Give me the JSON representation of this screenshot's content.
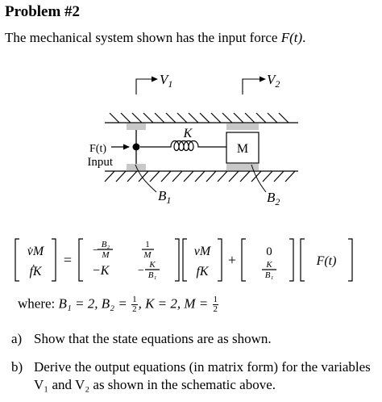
{
  "title": "Problem #2",
  "intro": {
    "text_prefix": "The mechanical system shown has the input force ",
    "force_symbol": "F(t)",
    "text_suffix": "."
  },
  "schematic": {
    "v1_label": "V",
    "v1_sub": "1",
    "v2_label": "V",
    "v2_sub": "2",
    "spring_label": "K",
    "mass_label": "M",
    "force_label": "F(t)",
    "input_label": "Input",
    "b1_label": "B",
    "b1_sub": "1",
    "b2_label": "B",
    "b2_sub": "2"
  },
  "state_equation": {
    "state_vector": [
      "v̇M",
      "ḟK"
    ],
    "a_matrix": {
      "row1": [
        "−B2/M",
        "1/M"
      ],
      "row2": [
        "−K",
        "−K/B1"
      ]
    },
    "x_vector": [
      "vM",
      "fK"
    ],
    "b_vector": [
      "0",
      "K/B1"
    ],
    "input": "F(t)",
    "equals": "=",
    "plus": "+"
  },
  "where": {
    "prefix": "where:",
    "b1": "B₁ = 2,",
    "b2": "B₂ =",
    "b2_num": "1",
    "b2_den": "2",
    "k": ", K = 2,",
    "m": "M =",
    "m_num": "1",
    "m_den": "2"
  },
  "questions": [
    {
      "tag": "a)",
      "text": "Show that the state equations are as shown."
    },
    {
      "tag": "b)",
      "text": "Derive the output equations (in matrix form) for the variables V₁ and V₂ as shown in the schematic above."
    }
  ]
}
